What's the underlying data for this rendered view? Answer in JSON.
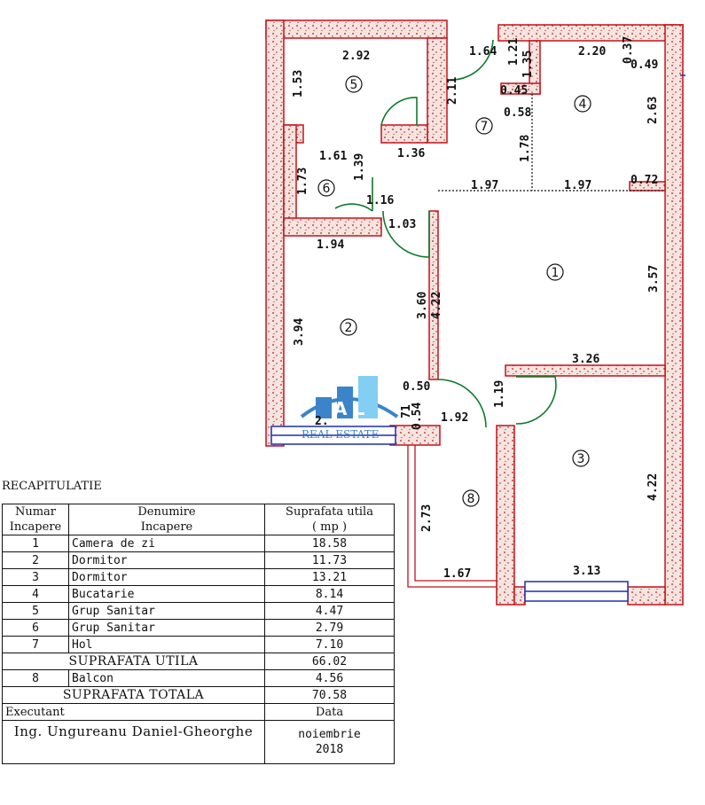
{
  "plan": {
    "dims": [
      "2.92",
      "1.53",
      "1.64",
      "2.20",
      "0.37",
      "0.49",
      "1.21",
      "1.35",
      "0.45",
      "0.58",
      "2.11",
      "2.63",
      "1.36",
      "1.78",
      "1.61",
      "1.73",
      "1.39",
      "1.16",
      "1.97",
      "1.97",
      "0.72",
      "1.03",
      "1.94",
      "3.57",
      "3.60",
      "4.22",
      "3.94",
      "3.26",
      "0.50",
      "1.19",
      "1.92",
      "0.54",
      "2.73",
      "4.22",
      "1.67",
      "3.13",
      "71",
      "2."
    ],
    "rooms": [
      "1",
      "2",
      "3",
      "4",
      "5",
      "6",
      "7",
      "8"
    ]
  },
  "watermark": {
    "brand_text": "REAL ESTATE",
    "logo_letters": "A L"
  },
  "recap": {
    "title": "RECAPITULATIE",
    "headers": {
      "num": "Numar\nIncapere",
      "name": "Denumire\nIncapere",
      "area": "Suprafata utila\n( mp )"
    },
    "rows": [
      {
        "num": "1",
        "name": "Camera de zi",
        "area": "18.58"
      },
      {
        "num": "2",
        "name": "Dormitor",
        "area": "11.73"
      },
      {
        "num": "3",
        "name": "Dormitor",
        "area": "13.21"
      },
      {
        "num": "4",
        "name": "Bucatarie",
        "area": "8.14"
      },
      {
        "num": "5",
        "name": "Grup Sanitar",
        "area": "4.47"
      },
      {
        "num": "6",
        "name": "Grup Sanitar",
        "area": "2.79"
      },
      {
        "num": "7",
        "name": "Hol",
        "area": "7.10"
      }
    ],
    "useful_label": "SUPRAFATA UTILA",
    "useful_value": "66.02",
    "balcony": {
      "num": "8",
      "name": "Balcon",
      "area": "4.56"
    },
    "total_label": "SUPRAFATA TOTALA",
    "total_value": "70.58",
    "executant_label": "Executant",
    "date_label": "Data",
    "executant_name": "Ing. Ungureanu Daniel-Gheorghe",
    "date_value": "noiembrie\n2018"
  },
  "colors": {
    "wall_fill": "#f3ded9",
    "wall_stroke": "#c4121b",
    "door": "#0f7a2c",
    "window": "#1f2fb0",
    "watermark": "#1b6fc0"
  }
}
